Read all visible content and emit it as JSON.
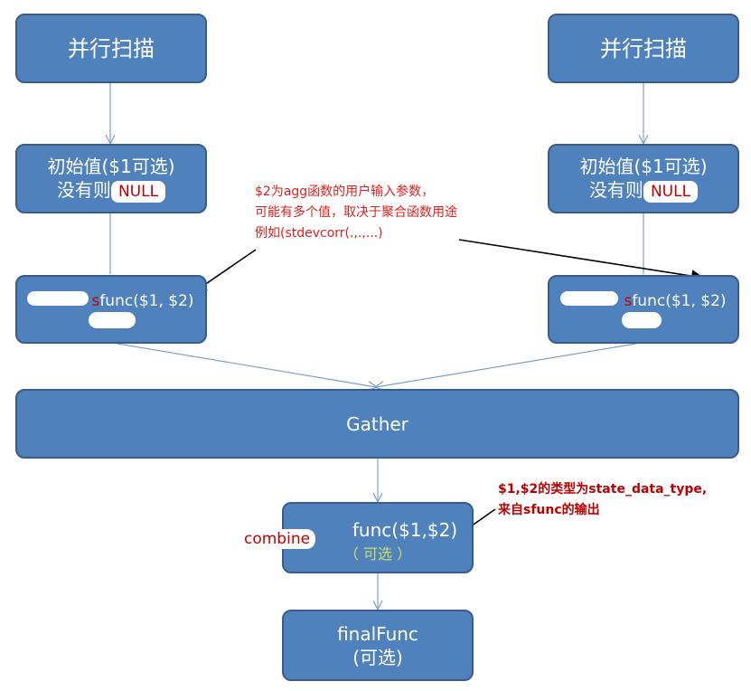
{
  "nodes": {
    "parallel_scan_left": "并行扫描",
    "parallel_scan_right": "并行扫描",
    "init_left_line1": "初始值($1可选)",
    "init_left_line2_prefix": "没有则",
    "init_left_null": "NULL",
    "init_right_line1": "初始值($1可选)",
    "init_right_line2_prefix": "没有则",
    "init_right_null": "NULL",
    "sfunc_left_s": "s",
    "sfunc_left": "func($1, $2)",
    "sfunc_right_s": "s",
    "sfunc_right": "func($1, $2)",
    "gather": "Gather",
    "combine_prefix": "combine",
    "combine_func": "func($1,$2)",
    "combine_optional": "（ 可选 ）",
    "final_func": "finalFunc",
    "final_optional": "(可选)"
  },
  "annotations": {
    "param_note_line1": "$2为agg函数的用户输入参数，",
    "param_note_line2": "可能有多个值，取决于聚合函数用途",
    "param_note_line3": "例如(stdevcorr(.,.,...)",
    "type_note_line1": "$1,$2的类型为state_data_type,",
    "type_note_line2": "来自sfunc的输出"
  },
  "colors": {
    "box_fill": "#4f81bd",
    "box_border": "#385d8a",
    "connector": "#7f9fc6",
    "annotation_red": "#e0201e",
    "optional_green": "#c6e06a"
  }
}
